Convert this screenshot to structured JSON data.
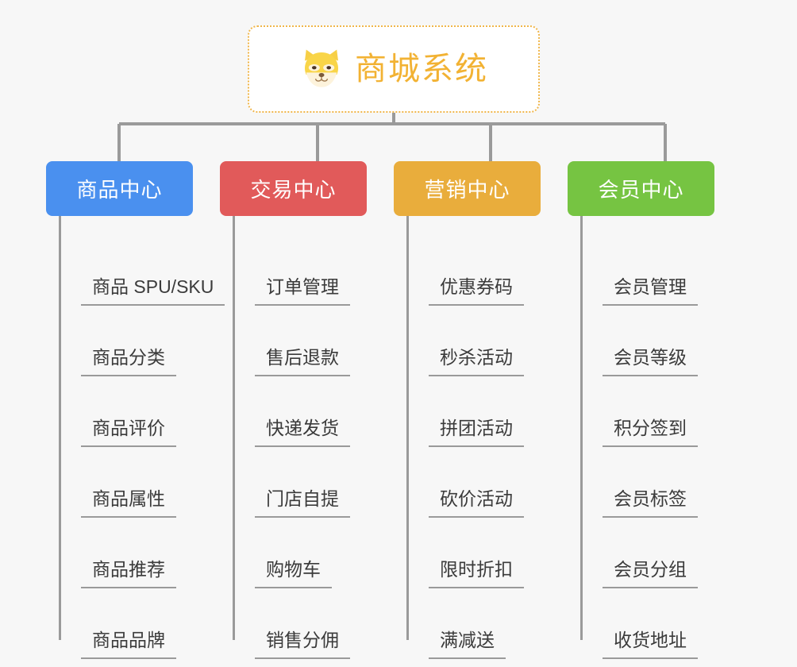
{
  "root": {
    "title": "商城系统",
    "icon": "shiba-dog-icon",
    "border_color": "#f0b64a",
    "text_color": "#f2b233",
    "background": "#ffffff"
  },
  "canvas": {
    "background": "#f7f7f7",
    "connector_color": "#9a9a9a"
  },
  "categories": [
    {
      "label": "商品中心",
      "color": "#4a90ef",
      "items": [
        "商品 SPU/SKU",
        "商品分类",
        "商品评价",
        "商品属性",
        "商品推荐",
        "商品品牌"
      ]
    },
    {
      "label": "交易中心",
      "color": "#e15a5a",
      "items": [
        "订单管理",
        "售后退款",
        "快递发货",
        "门店自提",
        "购物车",
        "销售分佣"
      ]
    },
    {
      "label": "营销中心",
      "color": "#e9ad3c",
      "items": [
        "优惠券码",
        "秒杀活动",
        "拼团活动",
        "砍价活动",
        "限时折扣",
        "满减送"
      ]
    },
    {
      "label": "会员中心",
      "color": "#76c442",
      "items": [
        "会员管理",
        "会员等级",
        "积分签到",
        "会员标签",
        "会员分组",
        "收货地址"
      ]
    }
  ]
}
